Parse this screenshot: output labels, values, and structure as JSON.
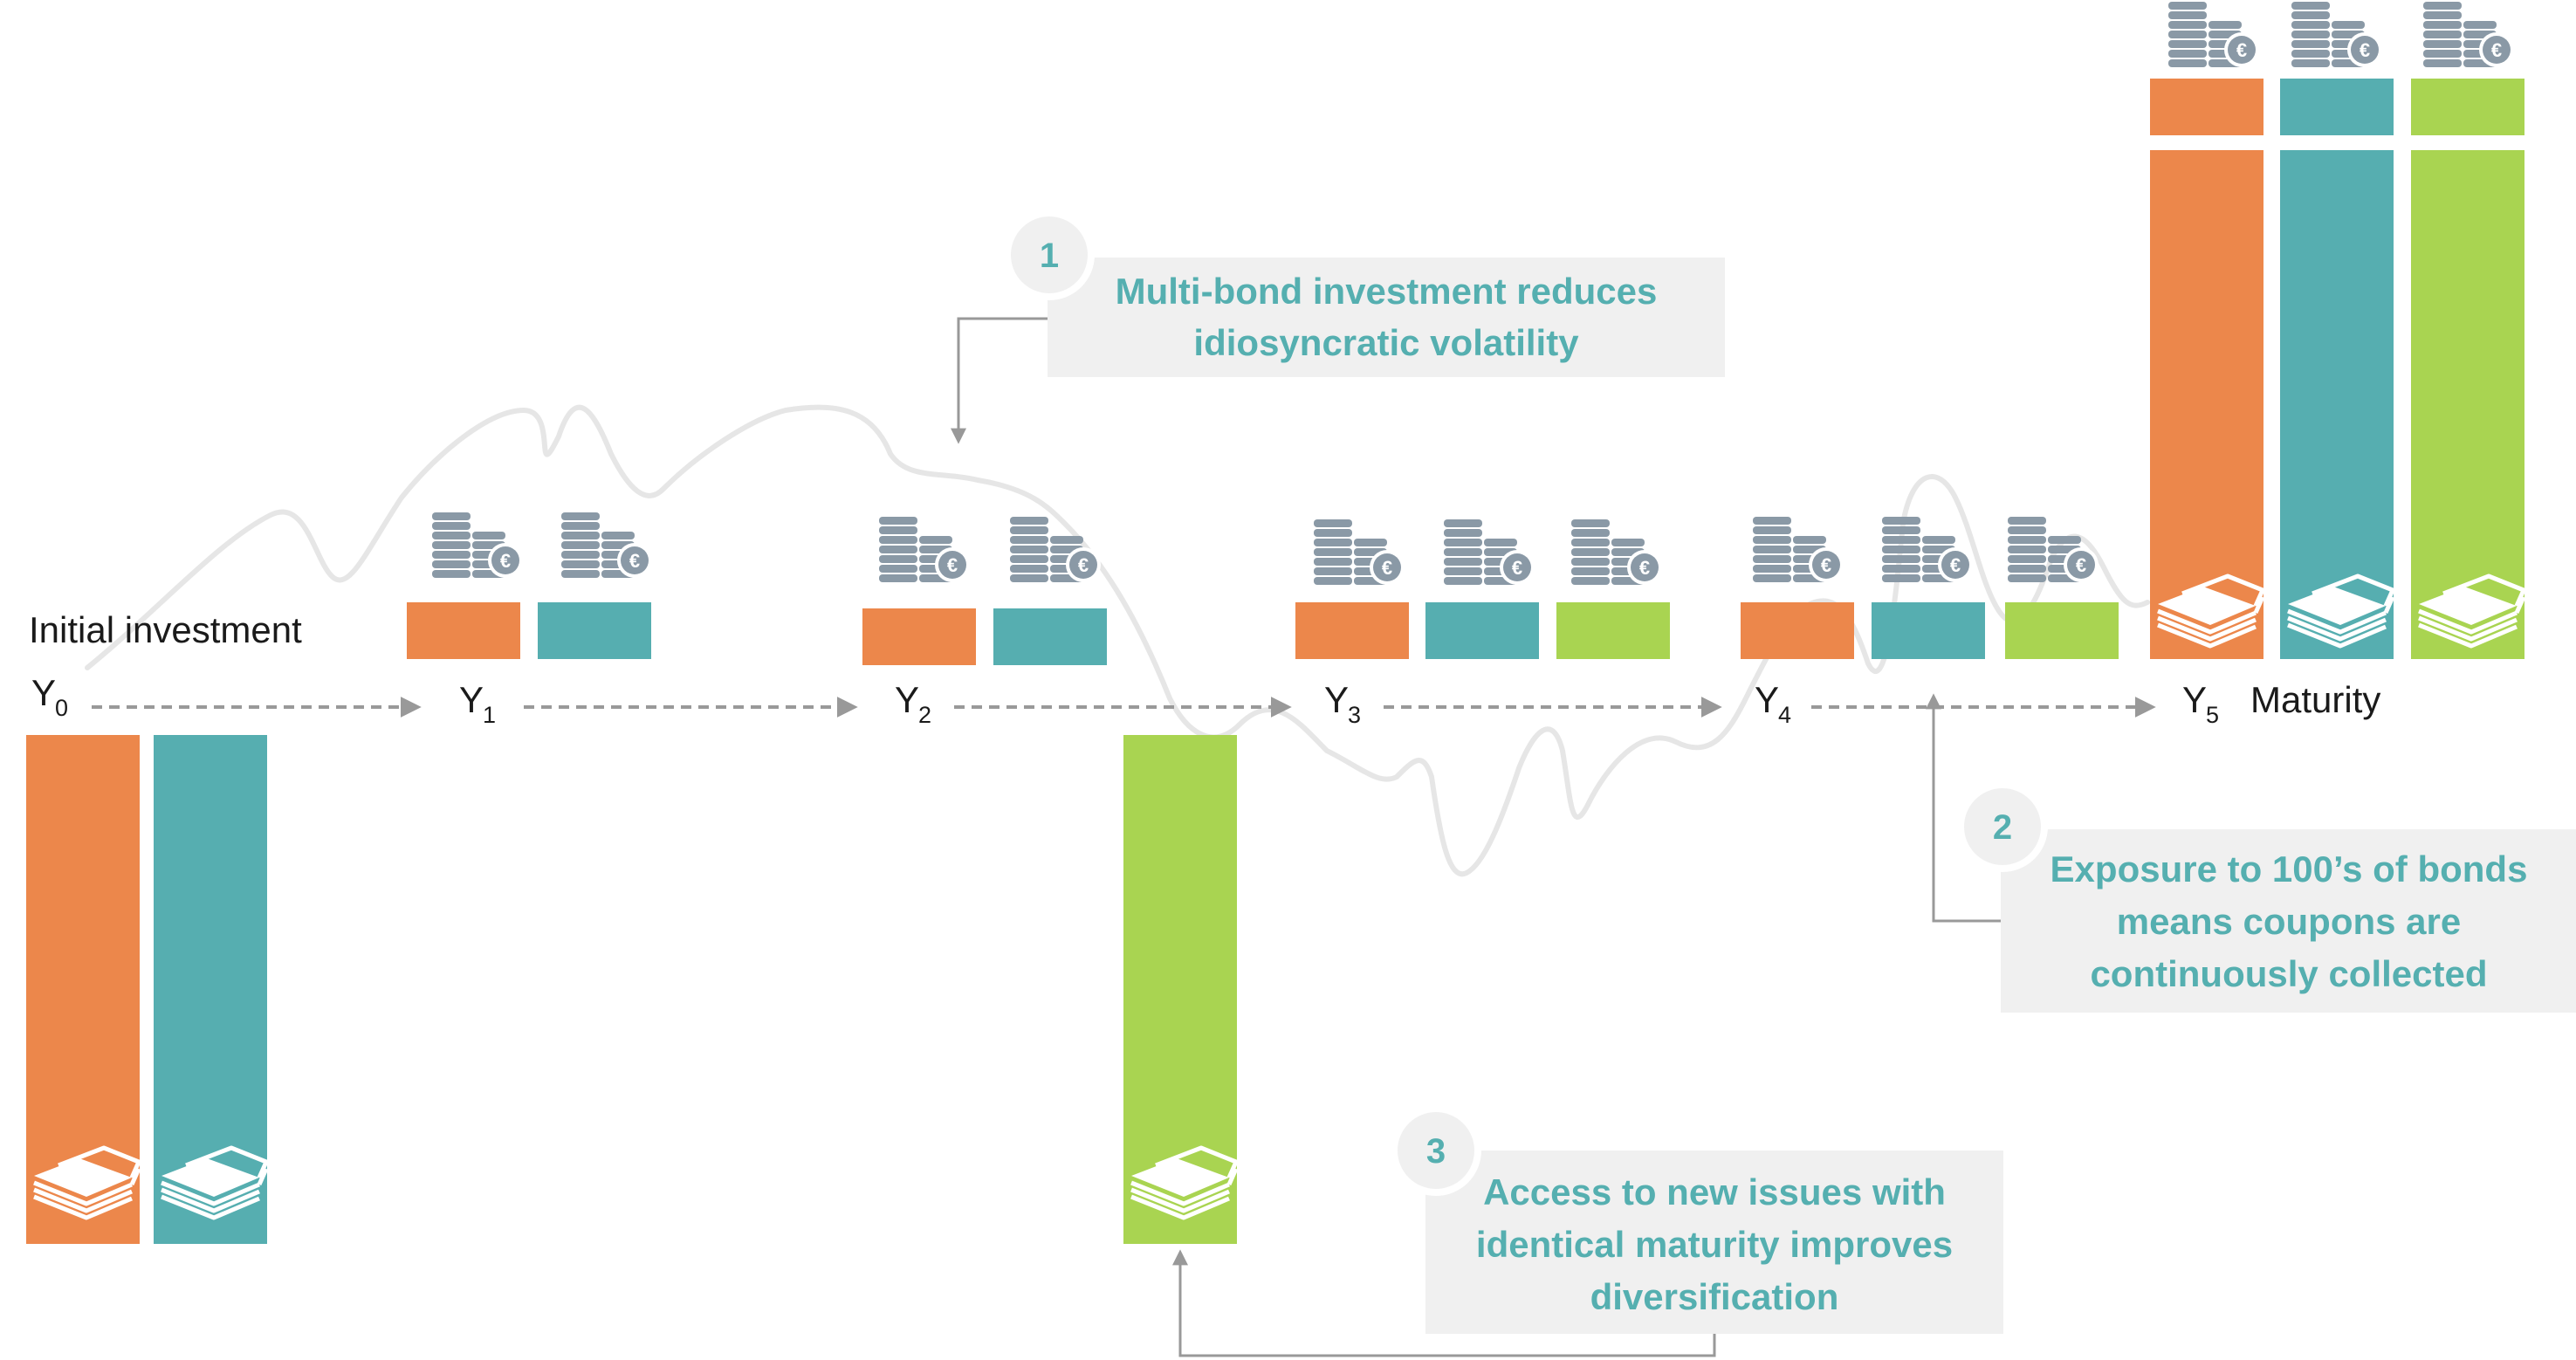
{
  "labels": {
    "initial": "Initial investment",
    "maturity": "Maturity"
  },
  "years": [
    {
      "main": "Y",
      "sub": "0"
    },
    {
      "main": "Y",
      "sub": "1"
    },
    {
      "main": "Y",
      "sub": "2"
    },
    {
      "main": "Y",
      "sub": "3"
    },
    {
      "main": "Y",
      "sub": "4"
    },
    {
      "main": "Y",
      "sub": "5"
    }
  ],
  "callouts": [
    {
      "number": "1",
      "lines": [
        "Multi-bond investment reduces",
        "idiosyncratic volatility"
      ]
    },
    {
      "number": "2",
      "lines": [
        "Exposure to 100’s of bonds",
        "means coupons are",
        "continuously collected"
      ]
    },
    {
      "number": "3",
      "lines": [
        "Access to new issues with",
        "identical maturity improves",
        "diversification"
      ]
    }
  ],
  "colors": {
    "orange": "#ec874b",
    "teal": "#56aeb0",
    "green": "#a9d451",
    "coin": "#8a99a6",
    "arrow": "#999999",
    "curve": "#e6e6e6",
    "callout_bg": "#f0f0f0",
    "callout_text": "#55afb0"
  },
  "icons": {
    "coin": "coin-stack-euro-icon",
    "cash": "banknote-stack-icon"
  }
}
